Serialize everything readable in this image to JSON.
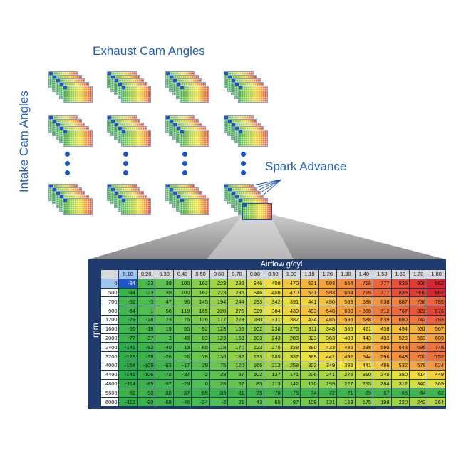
{
  "labels": {
    "exhaust": "Exhaust Cam Angles",
    "intake": "Intake Cam Angles",
    "spark": "Spark Advance"
  },
  "table": {
    "title": "Airflow g/cyl",
    "ylabel": "rpm",
    "x_headers": [
      "0.10",
      "0.20",
      "0.30",
      "0.40",
      "0.50",
      "0.60",
      "0.70",
      "0.80",
      "0.90",
      "1.00",
      "1.10",
      "1.20",
      "1.30",
      "1.40",
      "1.50",
      "1.60",
      "1.70",
      "1.80"
    ],
    "y_headers": [
      "0",
      "500",
      "700",
      "900",
      "1200",
      "1600",
      "2000",
      "2400",
      "3200",
      "4000",
      "4400",
      "4800",
      "5600",
      "6000"
    ],
    "rows": [
      [
        -84,
        -23,
        39,
        100,
        162,
        223,
        285,
        346,
        408,
        470,
        531,
        593,
        654,
        716,
        777,
        839,
        900,
        962
      ],
      [
        -84,
        -23,
        39,
        100,
        162,
        223,
        285,
        346,
        408,
        470,
        531,
        593,
        654,
        716,
        777,
        839,
        900,
        962
      ],
      [
        -52,
        -3,
        47,
        96,
        145,
        194,
        244,
        293,
        342,
        391,
        441,
        490,
        539,
        588,
        638,
        687,
        736,
        785
      ],
      [
        -54,
        1,
        56,
        110,
        165,
        220,
        275,
        329,
        384,
        439,
        493,
        548,
        603,
        658,
        712,
        767,
        822,
        876
      ],
      [
        -79,
        -28,
        23,
        75,
        126,
        177,
        228,
        280,
        331,
        382,
        434,
        485,
        536,
        588,
        639,
        690,
        742,
        793
      ],
      [
        -55,
        -18,
        19,
        55,
        92,
        128,
        165,
        202,
        238,
        275,
        311,
        348,
        385,
        421,
        458,
        494,
        531,
        567
      ],
      [
        -77,
        -37,
        3,
        43,
        83,
        123,
        163,
        203,
        243,
        283,
        323,
        363,
        403,
        443,
        483,
        523,
        563,
        603
      ],
      [
        -145,
        -92,
        -40,
        13,
        65,
        118,
        170,
        223,
        275,
        328,
        380,
        433,
        485,
        538,
        590,
        643,
        695,
        748
      ],
      [
        -129,
        -78,
        -26,
        26,
        78,
        130,
        182,
        233,
        285,
        337,
        389,
        441,
        492,
        544,
        596,
        648,
        700,
        752
      ],
      [
        -154,
        -109,
        -63,
        -17,
        29,
        75,
        120,
        166,
        212,
        258,
        303,
        349,
        395,
        441,
        486,
        532,
        578,
        624
      ],
      [
        -141,
        -106,
        -72,
        -37,
        -2,
        33,
        67,
        102,
        137,
        171,
        206,
        241,
        275,
        310,
        345,
        380,
        414,
        449
      ],
      [
        -114,
        -85,
        -57,
        -29,
        0,
        28,
        57,
        85,
        113,
        142,
        170,
        199,
        227,
        255,
        284,
        312,
        340,
        369
      ],
      [
        -92,
        -90,
        -88,
        -87,
        -85,
        -83,
        -81,
        -79,
        -78,
        -76,
        -74,
        -72,
        -71,
        -69,
        -67,
        -65,
        -64,
        -62
      ],
      [
        -112,
        -90,
        -68,
        -46,
        -24,
        -2,
        21,
        43,
        65,
        87,
        109,
        131,
        153,
        175,
        198,
        220,
        242,
        264
      ]
    ]
  }
}
